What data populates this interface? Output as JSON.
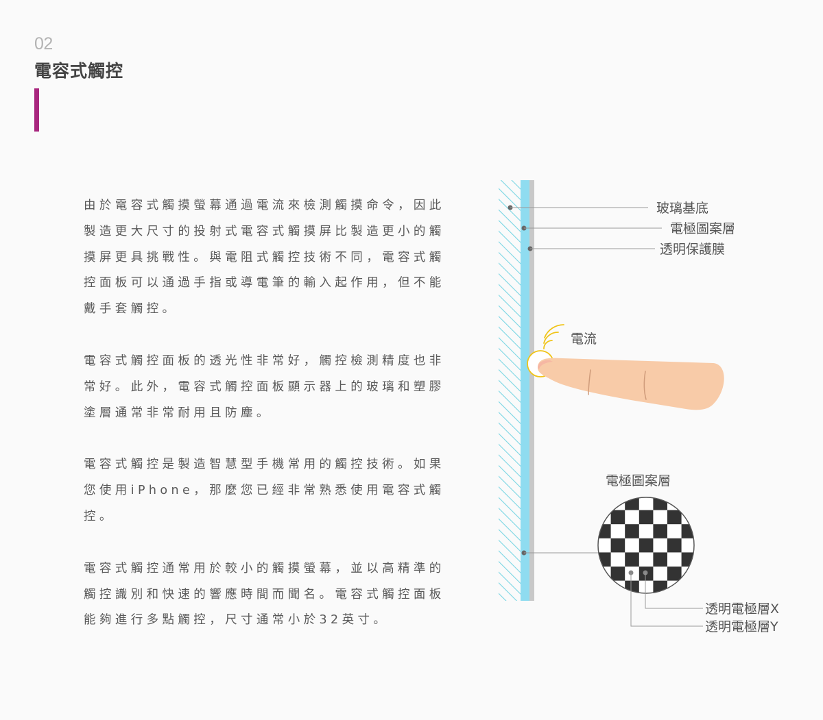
{
  "header": {
    "number": "02",
    "title": "電容式觸控"
  },
  "paragraphs": [
    "由於電容式觸摸螢幕通過電流來檢測觸摸命令，因此製造更大尺寸的投射式電容式觸摸屏比製造更小的觸摸屏更具挑戰性。與電阻式觸控技術不同，電容式觸控面板可以通過手指或導電筆的輸入起作用，但不能戴手套觸控。",
    "電容式觸控面板的透光性非常好，觸控檢測精度也非常好。此外，電容式觸控面板顯示器上的玻璃和塑膠塗層通常非常耐用且防塵。",
    "電容式觸控是製造智慧型手機常用的觸控技術。如果您使用iPhone，那麼您已經非常熟悉使用電容式觸控。",
    "電容式觸控通常用於較小的觸摸螢幕，並以高精準的觸控識別和快速的響應時間而聞名。電容式觸控面板能夠進行多點觸控，尺寸通常小於32英寸。"
  ],
  "diagram": {
    "labels": {
      "glass_substrate": "玻璃基底",
      "electrode_pattern_layer": "電極圖案層",
      "protective_film": "透明保護膜",
      "current": "電流",
      "pattern_title": "電極圖案層",
      "electrode_x": "透明電極層X",
      "electrode_y": "透明電極層Y"
    },
    "colors": {
      "accent_bar": "#a8267e",
      "hatch": "#7bd6e3",
      "conductive_layer": "#8fdcf0",
      "protective_layer": "#c8c8c8",
      "finger": "#f8cba8",
      "finger_tip": "#f6b7a3",
      "signal": "#f0c419",
      "checker_dark": "#333333",
      "checker_light": "#ffffff"
    }
  }
}
